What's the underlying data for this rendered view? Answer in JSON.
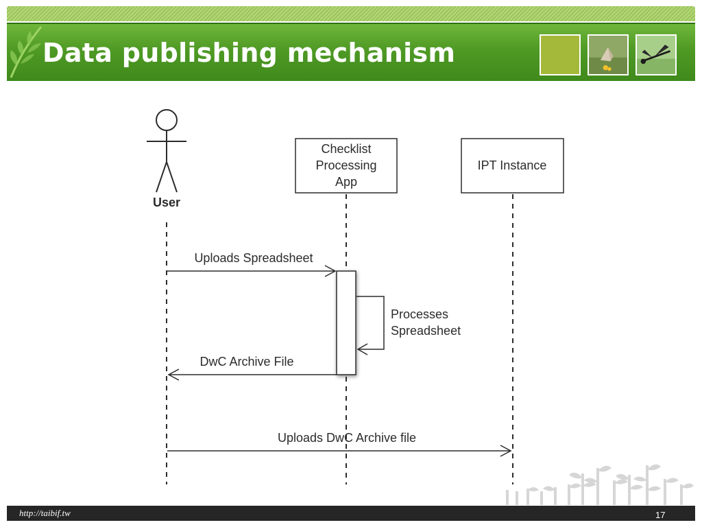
{
  "slide": {
    "title": "Data publishing mechanism",
    "footer_url": "http://taibif.tw",
    "page_number": "17"
  },
  "diagram": {
    "actor": {
      "label": "User"
    },
    "participants": [
      {
        "lines": [
          "Checklist",
          "Processing",
          "App"
        ]
      },
      {
        "lines": [
          "IPT Instance"
        ]
      }
    ],
    "messages": [
      {
        "label": "Uploads Spreadsheet"
      },
      {
        "lines": [
          "Processes",
          "Spreadsheet"
        ]
      },
      {
        "label": "DwC Archive File"
      },
      {
        "label": "Uploads DwC Archive file"
      }
    ]
  },
  "decor": {
    "icons": [
      "leaf-icon",
      "butterfly-photo",
      "dragonfly-photo",
      "seedlings-icon"
    ],
    "colors": {
      "header_green": "#4f9a25",
      "stripe_green": "#b4d67a",
      "footer_dark": "#262626",
      "thumb_olive": "#a4b83a"
    }
  }
}
